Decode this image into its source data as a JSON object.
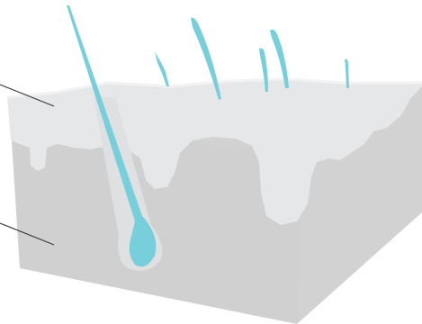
{
  "diagram": {
    "colors": {
      "background": "#ffffff",
      "dermis": "#d3d2d3",
      "dermis_front": "#cfcecf",
      "epidermis": "#e6e7e8",
      "epidermis_edge": "#f2f2f3",
      "hair": "#78cfdc",
      "follicle_sheath": "#dfe0e1",
      "leader_line": "#3a3a3a"
    },
    "labels": [],
    "layers": [
      "epidermis",
      "dermis"
    ],
    "hair_count": 6
  }
}
